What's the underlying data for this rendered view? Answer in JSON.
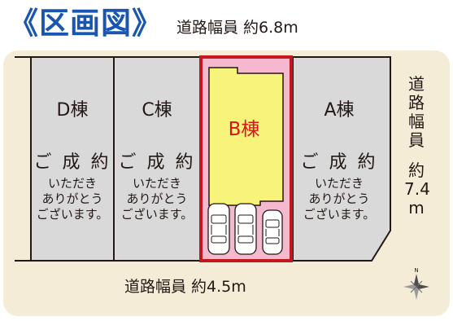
{
  "title": "《区画図》",
  "road_top": "道路幅員 約6.8m",
  "road_bottom": "道路幅員 約4.5m",
  "road_right": [
    "道",
    "路",
    "幅",
    "員",
    "約",
    "7.4",
    "m"
  ],
  "compass_label": "N",
  "lots": [
    {
      "name": "D棟",
      "status_main": "ご 成 約",
      "status_sub": "いただき\nありがとう\nございます。"
    },
    {
      "name": "C棟",
      "status_main": "ご 成 約",
      "status_sub": "いただき\nありがとう\nございます。"
    },
    {
      "name": "B棟",
      "status_main": "",
      "status_sub": ""
    },
    {
      "name": "A棟",
      "status_main": "ご 成 約",
      "status_sub": "いただき\nありがとう\nございます。"
    }
  ],
  "colors": {
    "title": "#1a56b0",
    "background_panel": "#f5ecd7",
    "lot_sold": "#d9d9d9",
    "lot_available": "#f5b8cf",
    "building_b": "#f8f37a",
    "highlight_border": "#c5161d",
    "text": "#231815"
  }
}
